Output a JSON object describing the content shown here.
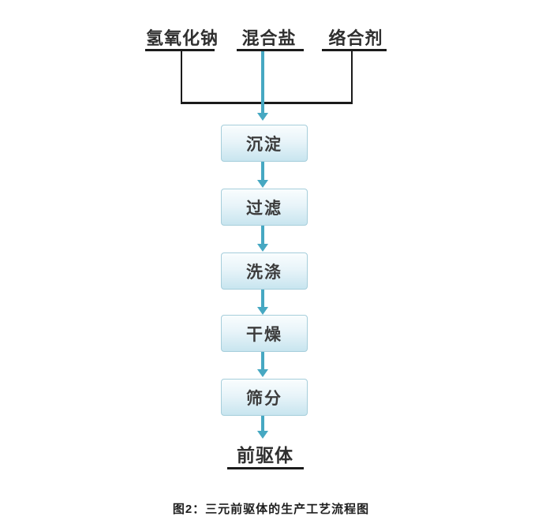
{
  "inputs": [
    {
      "label": "氢氧化钠"
    },
    {
      "label": "混合盐"
    },
    {
      "label": "络合剂"
    }
  ],
  "flow": {
    "steps": [
      {
        "label": "沉淀"
      },
      {
        "label": "过滤"
      },
      {
        "label": "洗涤"
      },
      {
        "label": "干燥"
      },
      {
        "label": "筛分"
      }
    ],
    "output_label": "前驱体"
  },
  "caption": "图2：三元前驱体的生产工艺流程图",
  "colors": {
    "arrow": "#46a8c2",
    "box_border": "#a6cedb",
    "box_fill_top": "#f9fdfe",
    "box_fill_bottom": "#c8e5ef",
    "line": "#1b1b1b"
  }
}
